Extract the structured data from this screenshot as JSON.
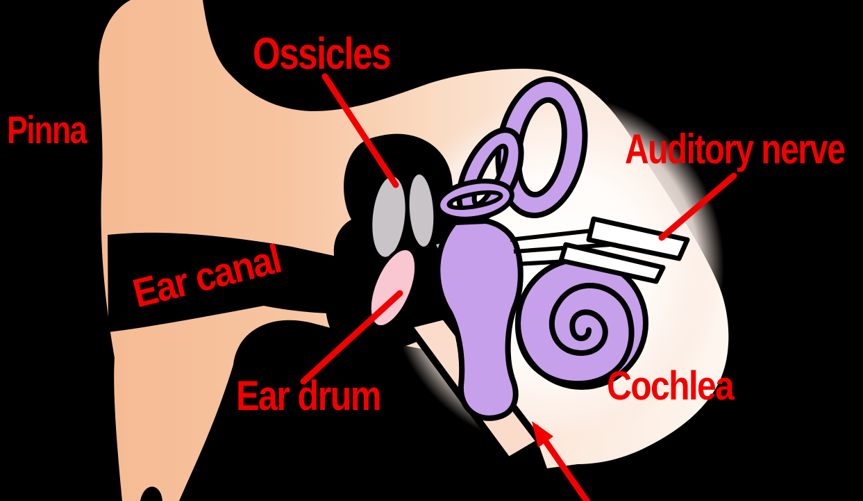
{
  "diagram": {
    "type": "ear-anatomy",
    "labels": {
      "pinna": "Pinna",
      "ossicles": "Ossicles",
      "ear_canal": "Ear canal",
      "ear_drum": "Ear drum",
      "auditory_nerve": "Auditory nerve",
      "cochlea": "Cochlea"
    },
    "colors": {
      "background": "#000000",
      "label_red": "#F20000",
      "skin": "#F5BB93",
      "skin_light": "#FCEADD",
      "glow_white": "#FFFFFF",
      "outline_black": "#000000",
      "ossicles_gray": "#C9C4C8",
      "ear_drum_pink": "#F8C7D2",
      "inner_ear_purple": "#C6A0EA",
      "nerve_white": "#FFFFFF",
      "eustachian_tube_skin": "#FBDCCA"
    }
  }
}
